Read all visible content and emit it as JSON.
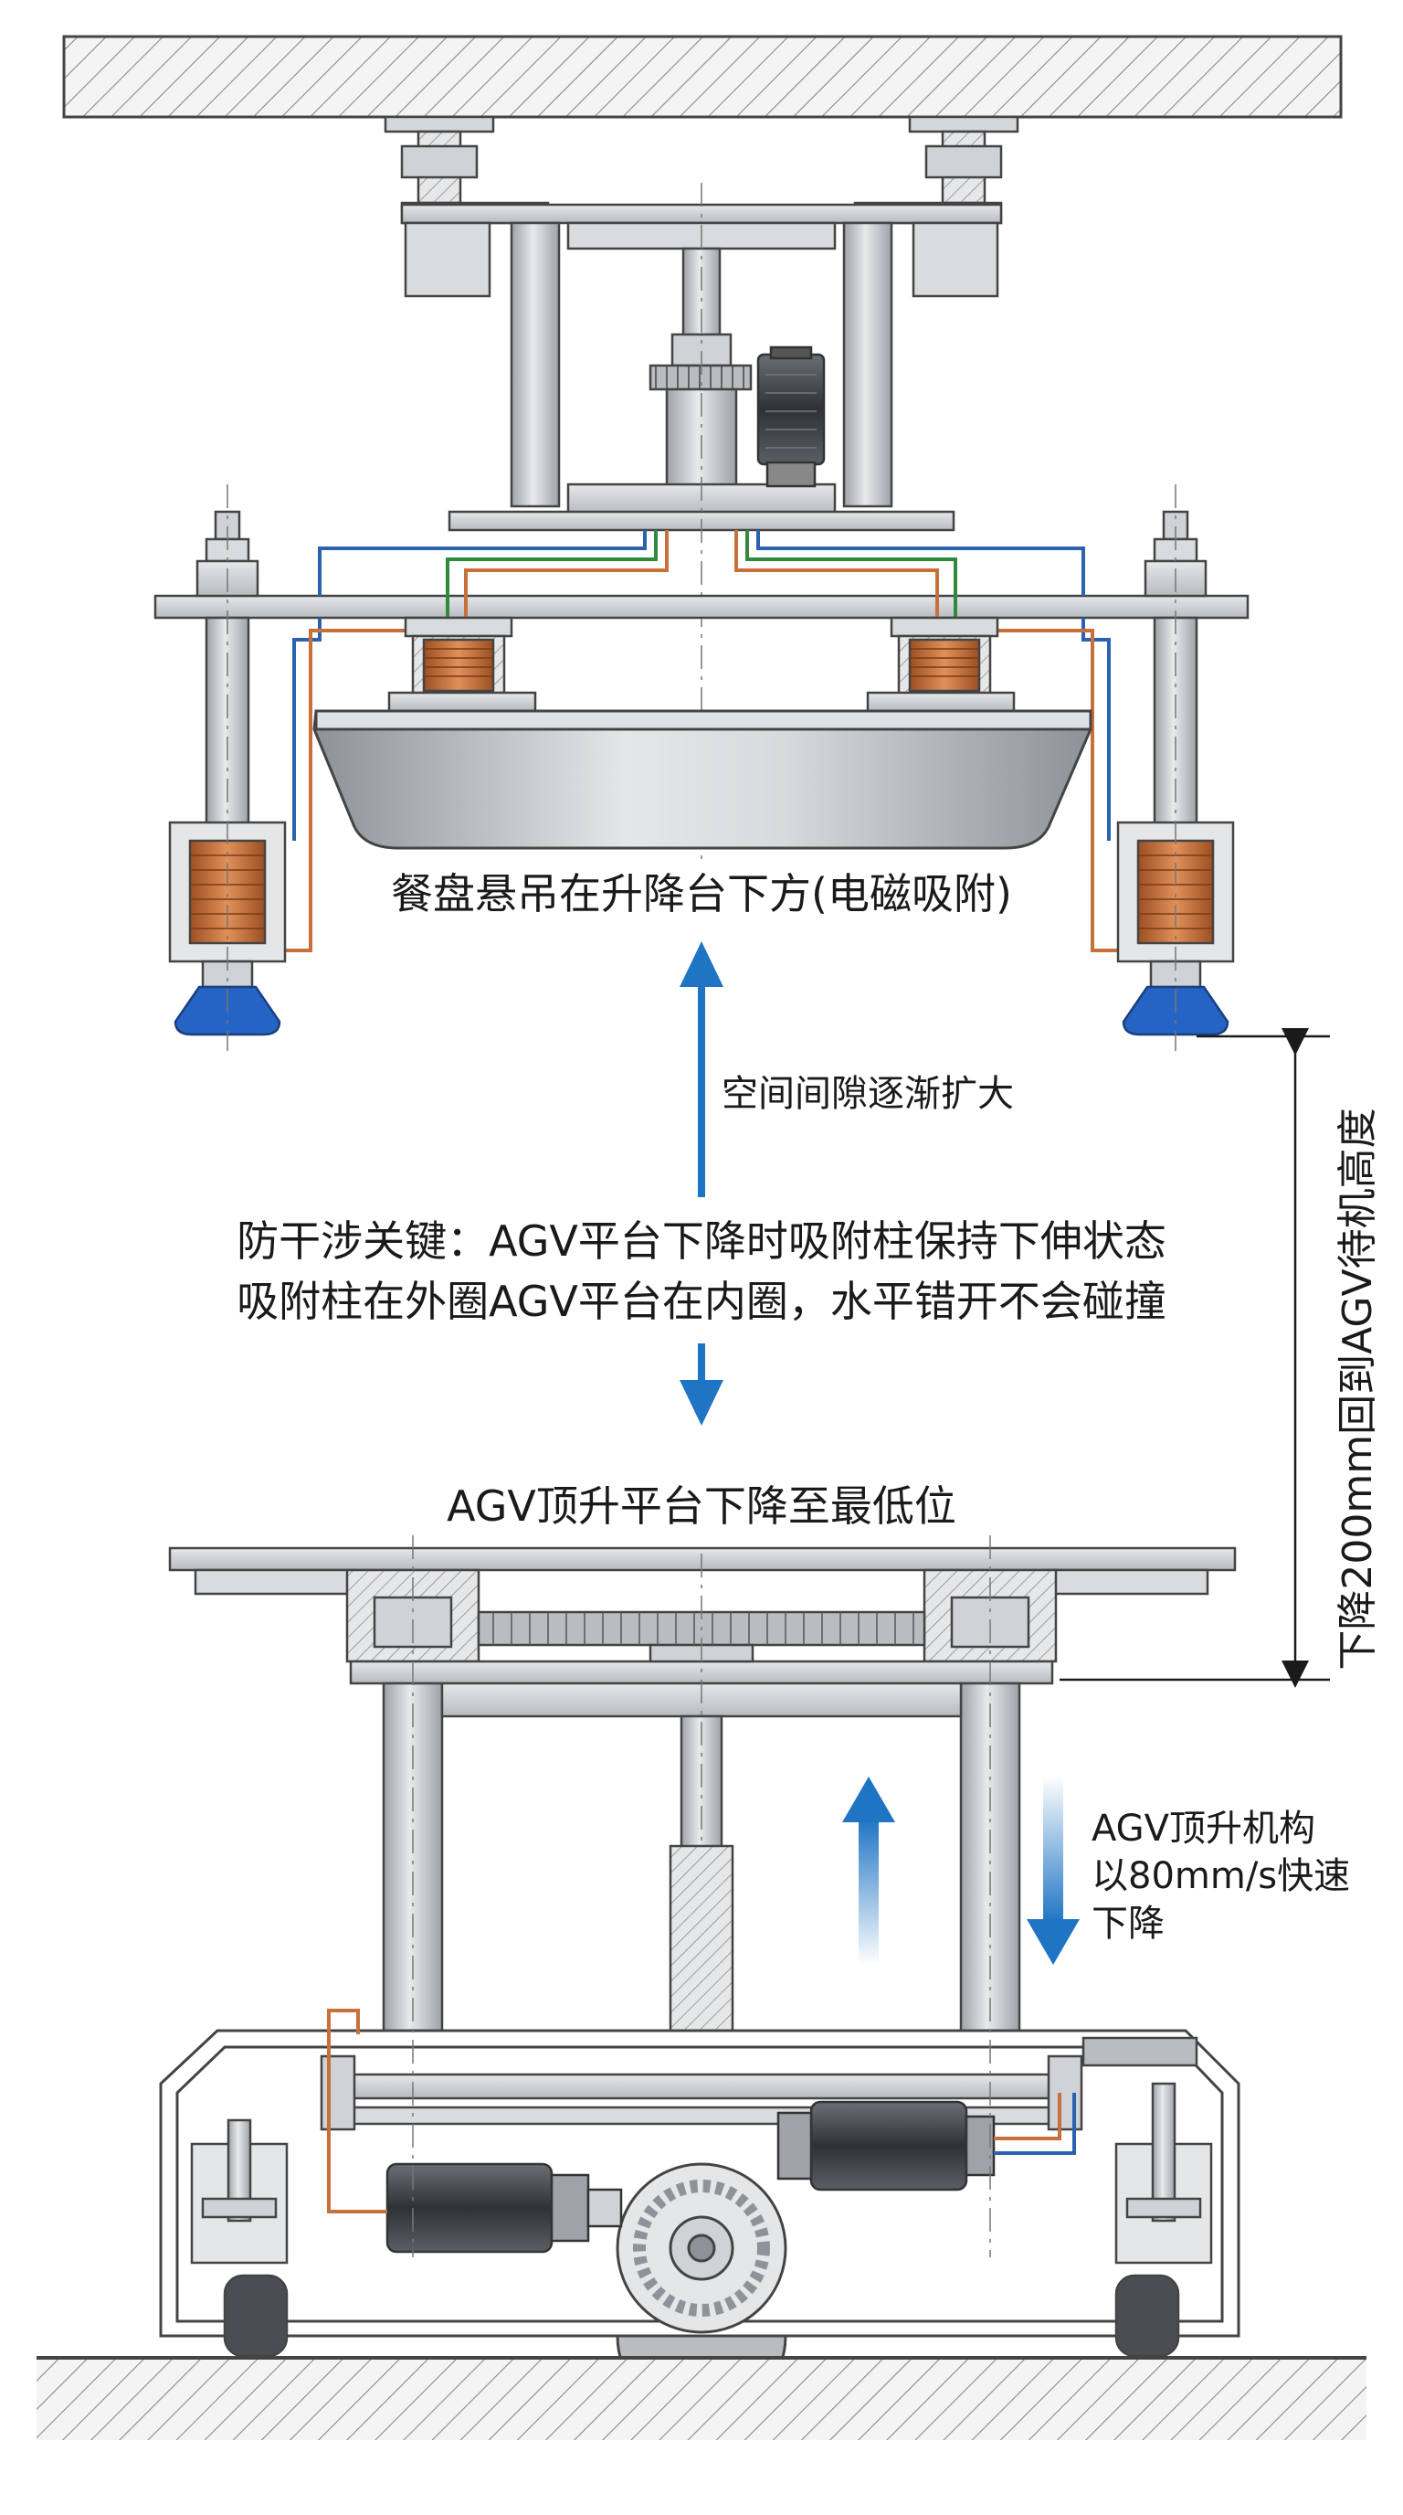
{
  "labels": {
    "tray_suspended": "餐盘悬吊在升降台下方(电磁吸附)",
    "gap_increase": "空间间隙逐渐扩大",
    "key_line1": "防干涉关键：AGV平台下降时吸附柱保持下伸状态",
    "key_line2": "吸附柱在外圈AGV平台在内圈，水平错开不会碰撞",
    "agv_lowest": "AGV顶升平台下降至最低位",
    "speed_line1": "AGV顶升机构",
    "speed_line2": "以80mm/s快速",
    "speed_line3": "下降",
    "dimension": "下降200mm回到AGV待机高度"
  },
  "colors": {
    "steel": "#c9ccd0",
    "steel_dark": "#8e9399",
    "outline": "#3a3a3a",
    "coil": "#c8703a",
    "wire_blue": "#2b62b0",
    "wire_green": "#2f8a3c",
    "wire_orange": "#c8703a",
    "arrow_blue": "#1f74c4",
    "suction_blue": "#2563c4",
    "motor_dark": "#3d4147",
    "hatch": "#7a7a7a"
  }
}
